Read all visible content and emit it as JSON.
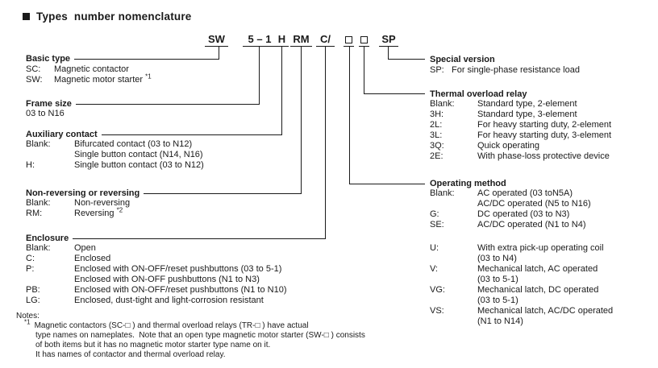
{
  "title": "Types  number nomenclature",
  "code_line": {
    "tokens": [
      "SW",
      "5 – 1",
      "H",
      "RM",
      "C/",
      "SP"
    ],
    "placeholder_symbol": "□"
  },
  "left_sections": [
    {
      "heading": "Basic type",
      "rows": [
        {
          "code": "SC:",
          "desc": "Magnetic contactor"
        },
        {
          "code": "SW:",
          "desc": "Magnetic motor starter ",
          "sup": "*1"
        }
      ]
    },
    {
      "heading": "Frame size",
      "rows": [
        {
          "code": "",
          "desc": "03 to N16"
        }
      ]
    },
    {
      "heading": "Auxiliary contact",
      "rows": [
        {
          "code": "Blank:",
          "desc": "Bifurcated contact (03 to N12)"
        },
        {
          "code": "",
          "desc": "Single button contact (N14, N16)"
        },
        {
          "code": "H:",
          "desc": "Single button contact (03 to N12)"
        }
      ]
    },
    {
      "heading": "Non-reversing or reversing",
      "rows": [
        {
          "code": "Blank:",
          "desc": "Non-reversing"
        },
        {
          "code": "RM:",
          "desc": "Reversing ",
          "sup": "*2"
        }
      ]
    },
    {
      "heading": "Enclosure",
      "rows": [
        {
          "code": "Blank:",
          "desc": "Open"
        },
        {
          "code": "C:",
          "desc": "Enclosed"
        },
        {
          "code": "P:",
          "desc": "Enclosed with ON-OFF/reset pushbuttons (03 to 5-1)"
        },
        {
          "code": "",
          "desc": "Enclosed with ON-OFF pushbuttons (N1 to N3)"
        },
        {
          "code": "PB:",
          "desc": "Enclosed with ON-OFF/reset pushbuttons (N1 to N10)"
        },
        {
          "code": "LG:",
          "desc": "Enclosed, dust-tight and light-corrosion resistant"
        }
      ]
    }
  ],
  "right_sections": [
    {
      "heading": "Special version",
      "rows": [
        {
          "code": "SP:",
          "desc": "For single-phase resistance load"
        }
      ]
    },
    {
      "heading": "Thermal overload relay",
      "rows": [
        {
          "code": "Blank:",
          "desc": "Standard type, 2-element"
        },
        {
          "code": "3H:",
          "desc": "Standard type, 3-element"
        },
        {
          "code": "2L:",
          "desc": "For heavy starting duty, 2-element"
        },
        {
          "code": "3L:",
          "desc": "For heavy starting duty, 3-element"
        },
        {
          "code": "3Q:",
          "desc": "Quick operating"
        },
        {
          "code": "2E:",
          "desc": "With phase-loss protective device"
        }
      ]
    },
    {
      "heading": "Operating method",
      "rows": [
        {
          "code": "Blank:",
          "desc": "AC operated (03 toN5A)"
        },
        {
          "code": "",
          "desc": "AC/DC operated (N5 to N16)"
        },
        {
          "code": "G:",
          "desc": "DC operated (03 to N3)"
        },
        {
          "code": "SE:",
          "desc": "AC/DC operated (N1 to N4)"
        },
        {
          "code": "U:",
          "desc": "With extra pick-up operating coil"
        },
        {
          "code": "",
          "desc": "(03 to N4)"
        },
        {
          "code": "V:",
          "desc": "Mechanical latch, AC operated"
        },
        {
          "code": "",
          "desc": "(03 to 5-1)"
        },
        {
          "code": "VG:",
          "desc": "Mechanical latch, DC operated"
        },
        {
          "code": "",
          "desc": "(03 to 5-1)"
        },
        {
          "code": "VS:",
          "desc": "Mechanical latch, AC/DC operated"
        },
        {
          "code": "",
          "desc": "(N1 to N14)"
        }
      ]
    }
  ],
  "notes": {
    "label": "Notes:",
    "marker": "*1",
    "lines": [
      "Magnetic contactors (SC-□ ) and thermal overload relays (TR-□ ) have actual",
      "type names on nameplates.  Note that an open type magnetic motor starter (SW-□ ) consists",
      "of both items but it has no magnetic motor starter type name on it.",
      "It has names of contactor and thermal overload relay."
    ]
  }
}
